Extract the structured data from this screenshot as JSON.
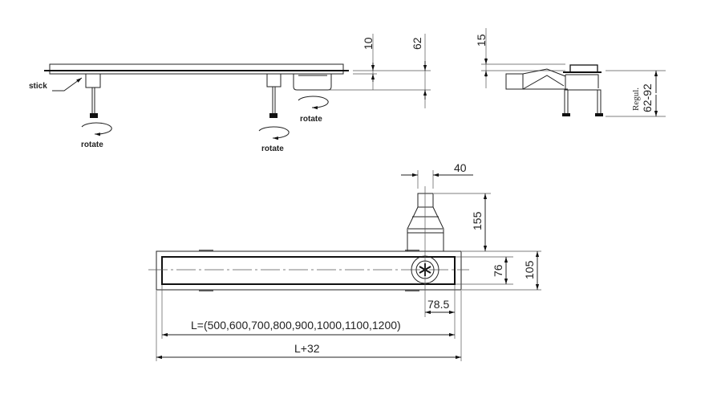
{
  "side_view": {
    "label_stick": "stick",
    "label_rotate_1": "rotate",
    "label_rotate_2": "rotate",
    "label_rotate_3": "rotate",
    "dim_top": "10",
    "dim_total": "62"
  },
  "end_view": {
    "dim_top": "15",
    "label_regul": "Regul.",
    "dim_range": "62-92"
  },
  "plan_view": {
    "dim_outlet_width": "40",
    "dim_outlet_height": "155",
    "dim_inner_width": "76",
    "dim_outer_width": "105",
    "dim_drain_offset": "78.5",
    "dim_length": "L=(500,600,700,800,900,1000,1100,1200)",
    "dim_total_length": "L+32"
  }
}
